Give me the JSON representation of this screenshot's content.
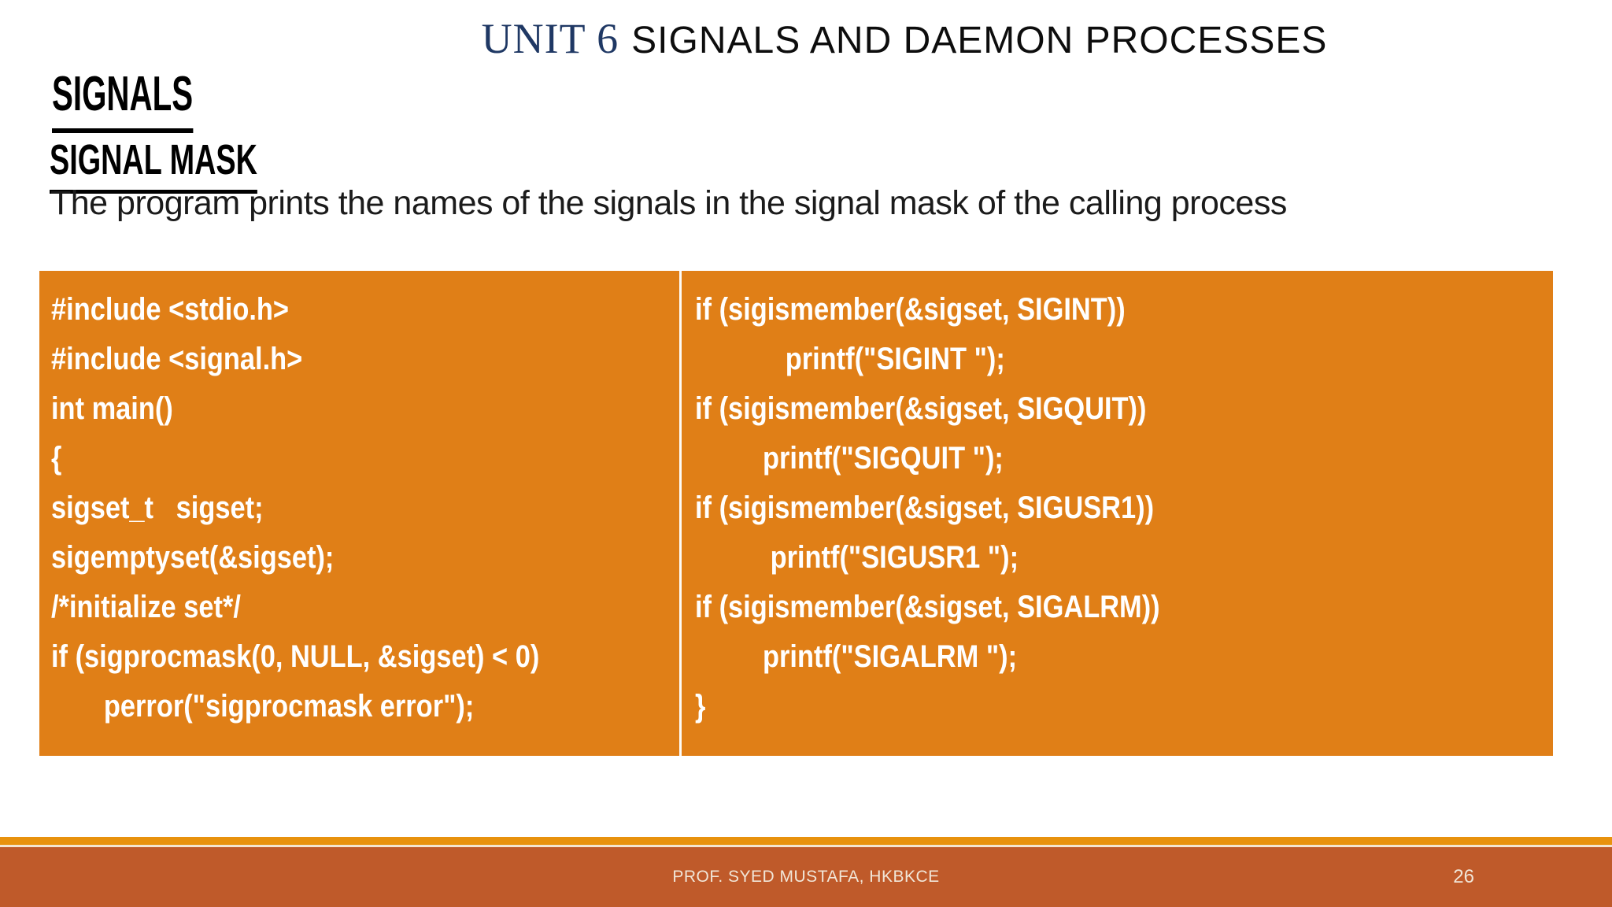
{
  "slide": {
    "title": {
      "unit": "UNIT 6",
      "rest": "SIGNALS AND DAEMON PROCESSES"
    },
    "heading1": "SIGNALS",
    "heading2": "SIGNAL MASK",
    "paragraph": "The program prints the names of the signals in the signal mask of the calling process",
    "code": {
      "left": [
        "#include <stdio.h>",
        "#include <signal.h>",
        "int main()",
        "{",
        "sigset_t   sigset;",
        "sigemptyset(&sigset);",
        "/*initialize set*/",
        "if (sigprocmask(0, NULL, &sigset) < 0)",
        "       perror(\"sigprocmask error\");"
      ],
      "right": [
        "if (sigismember(&sigset, SIGINT))",
        "            printf(\"SIGINT \");",
        "if (sigismember(&sigset, SIGQUIT))",
        "         printf(\"SIGQUIT \");",
        "if (sigismember(&sigset, SIGUSR1))",
        "          printf(\"SIGUSR1 \");",
        "if (sigismember(&sigset, SIGALRM))",
        "         printf(\"SIGALRM \");",
        "}"
      ]
    },
    "footer": {
      "text": "PROF. SYED MUSTAFA, HKBKCE",
      "page_number": "26"
    },
    "colors": {
      "table_orange": "#E07F17",
      "footer_amber": "#E8920D",
      "footer_rust": "#BF5A2A",
      "title_navy": "#1F3864",
      "code_text": "#FFFFFF"
    }
  }
}
